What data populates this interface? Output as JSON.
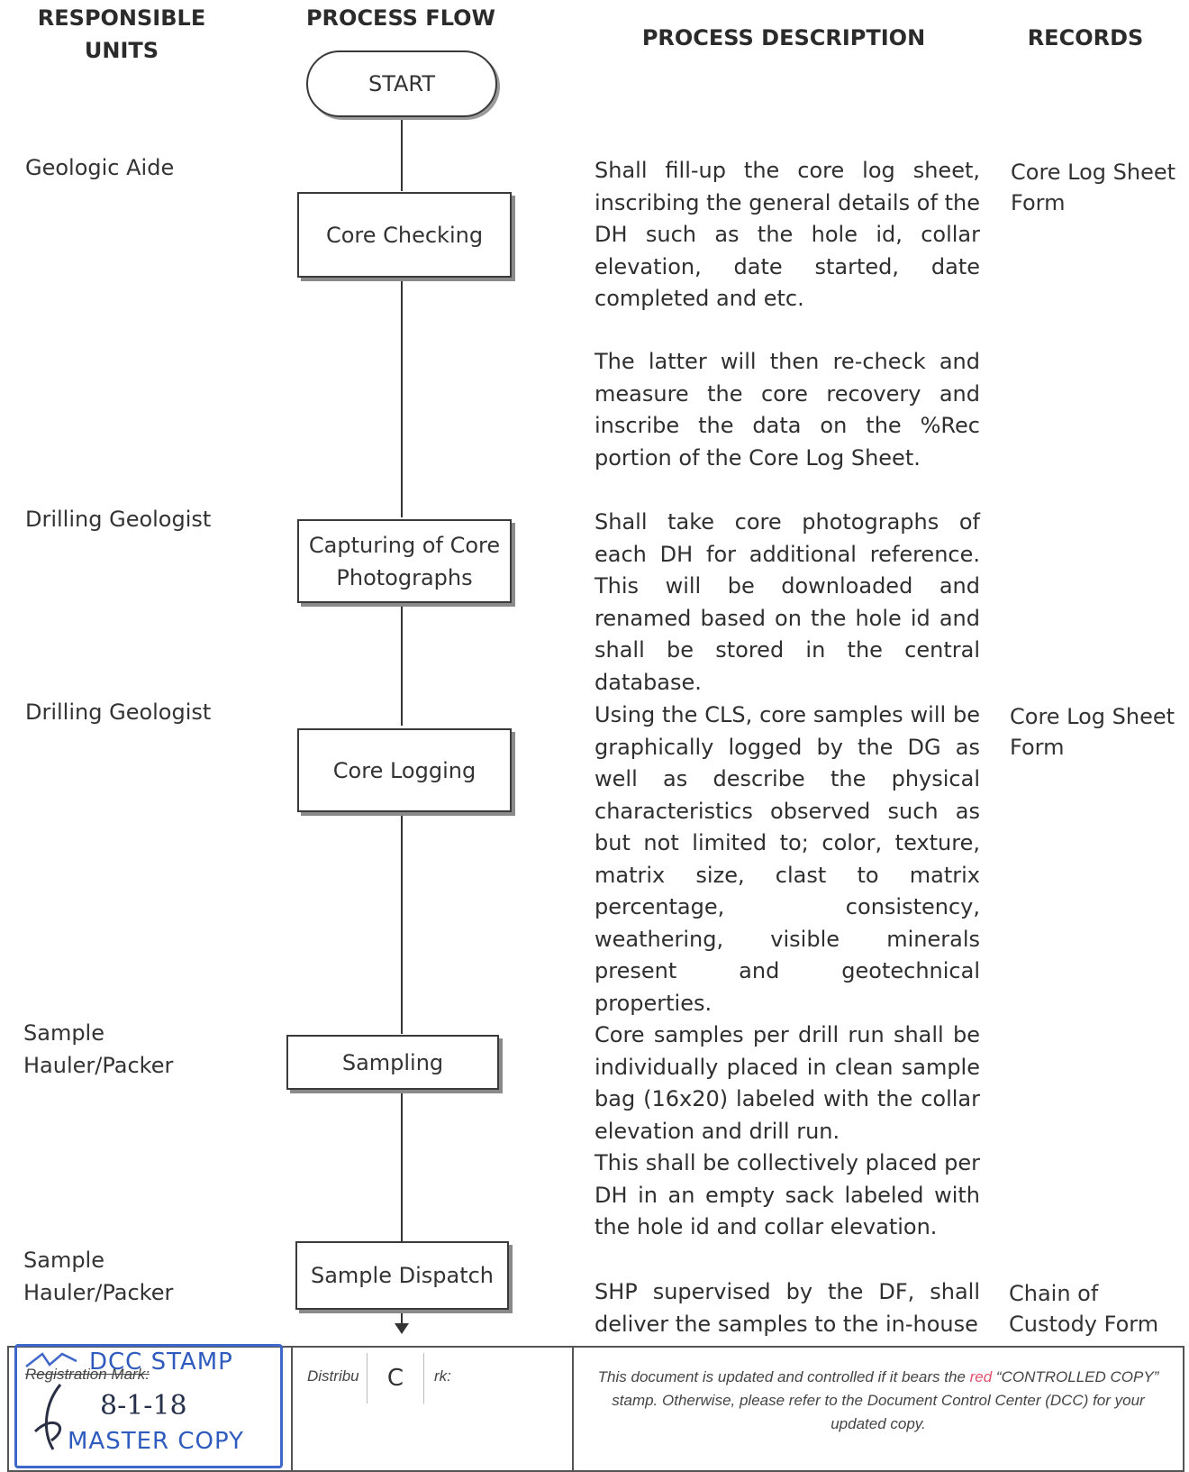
{
  "headers": {
    "units": "RESPONSIBLE UNITS",
    "flow": "PROCESS FLOW",
    "description": "PROCESS DESCRIPTION",
    "records": "RECORDS"
  },
  "flow": {
    "start": "START",
    "steps": [
      "Core Checking",
      "Capturing of Core Photographs",
      "Core Logging",
      "Sampling",
      "Sample Dispatch"
    ]
  },
  "units": [
    "Geologic Aide",
    "Drilling Geologist",
    "Drilling Geologist",
    "Sample Hauler/Packer",
    "Sample Hauler/Packer"
  ],
  "descriptions": [
    "Shall fill-up the core log sheet, inscribing the general details of the DH such as the hole id, collar elevation, date started, date completed and etc.",
    "The latter will then re-check and measure the core recovery and inscribe the data on the %Rec portion of the Core Log Sheet.",
    "Shall take core photographs of each DH for additional reference. This will be downloaded and renamed based on the hole id and shall be stored in the central database.",
    "Using the CLS, core samples will be graphically logged by the DG as well as describe the physical characteristics observed such as but not limited to; color, texture, matrix size, clast to matrix percentage, consistency, weathering, visible minerals present and geotechnical properties.",
    "Core samples per drill run shall be individually placed in clean sample bag (16x20) labeled with the collar elevation and drill run.",
    "This shall be collectively placed per DH in an empty sack labeled with the hole id and collar elevation.",
    "SHP supervised by the DF, shall deliver the samples to the in-house"
  ],
  "records": [
    "Core Log Sheet Form",
    "Core Log Sheet Form",
    "Chain of Custody Form"
  ],
  "footer": {
    "registration_label": "Registration Mark:",
    "stamp_title": "DCC STAMP",
    "stamp_date": "8-1-18",
    "stamp_copy": "MASTER COPY",
    "distribution_label_left": "Distribu",
    "distribution_label_right": "rk:",
    "distribution_mark": "C",
    "notice_before": "This document is updated and controlled if it bears the ",
    "notice_red": "red",
    "notice_after": " “CONTROLLED COPY” stamp. Otherwise, please refer to the Document Control Center (DCC) for your updated copy.",
    "notice_red_color": "#e0506a"
  }
}
